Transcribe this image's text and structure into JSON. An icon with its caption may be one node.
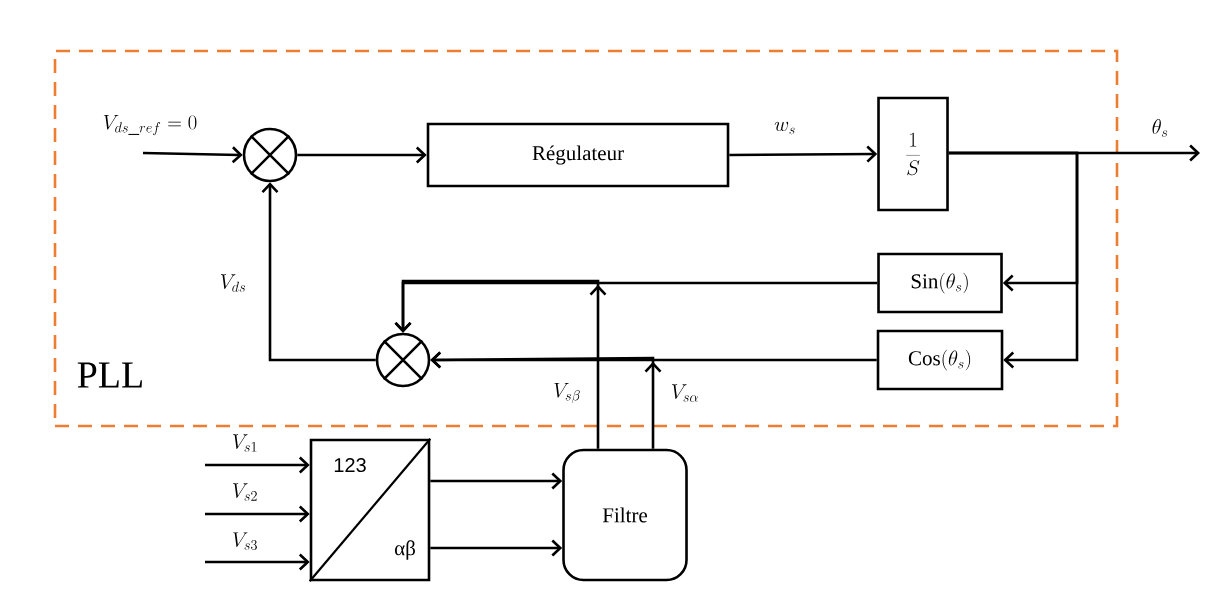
{
  "diagram": {
    "nodes": [
      {
        "text": [
          "PLL"
        ]
      },
      {
        "text": [],
        "shape": "circle",
        "in": 0
      },
      {
        "text": [
          "Régulateur"
        ],
        "in": 0
      },
      {
        "text": [
          "\\frac{1}{S}"
        ],
        "in": 0
      },
      {
        "text": [
          "\\mathrm{Sin}(\\theta_s)"
        ],
        "in": 0
      },
      {
        "text": [
          "\\mathrm{Cos}(\\theta_s)"
        ],
        "in": 0
      },
      {
        "text": [],
        "shape": "circle",
        "in": 0
      },
      {
        "text": [
          "123",
          "αβ"
        ]
      },
      {
        "text": [
          "Filtre"
        ]
      }
    ],
    "edges": [
      {
        "from": null,
        "to": 1,
        "arrow": "to",
        "label": "V_{ds\\_ref} = 0"
      },
      {
        "from": 1,
        "to": 2,
        "arrow": "to"
      },
      {
        "from": 2,
        "to": 3,
        "arrow": "to",
        "label": "w_s"
      },
      {
        "from": 3,
        "to": null,
        "arrow": "to",
        "label": "\\theta_s"
      },
      {
        "from": 3,
        "to": 4,
        "arrow": "to"
      },
      {
        "from": 3,
        "to": 5,
        "arrow": "to"
      },
      {
        "from": 4,
        "to": 6,
        "arrow": "to"
      },
      {
        "from": 5,
        "to": 6,
        "arrow": "to"
      },
      {
        "from": 6,
        "to": 1,
        "arrow": "to",
        "label": "V_{ds}"
      },
      {
        "from": 8,
        "to": 6,
        "arrow": "to",
        "label": "V_{s\\beta}"
      },
      {
        "from": 8,
        "to": 6,
        "arrow": "to",
        "label": "V_{s\\alpha}"
      },
      {
        "from": null,
        "to": 7,
        "arrow": "to",
        "label": "V_{s1}"
      },
      {
        "from": null,
        "to": 7,
        "arrow": "to",
        "label": "V_{s2}"
      },
      {
        "from": null,
        "to": 7,
        "arrow": "to",
        "label": "V_{s3}"
      },
      {
        "from": 7,
        "to": 8,
        "arrow": "to"
      },
      {
        "from": 7,
        "to": 8,
        "arrow": "to"
      }
    ]
  }
}
